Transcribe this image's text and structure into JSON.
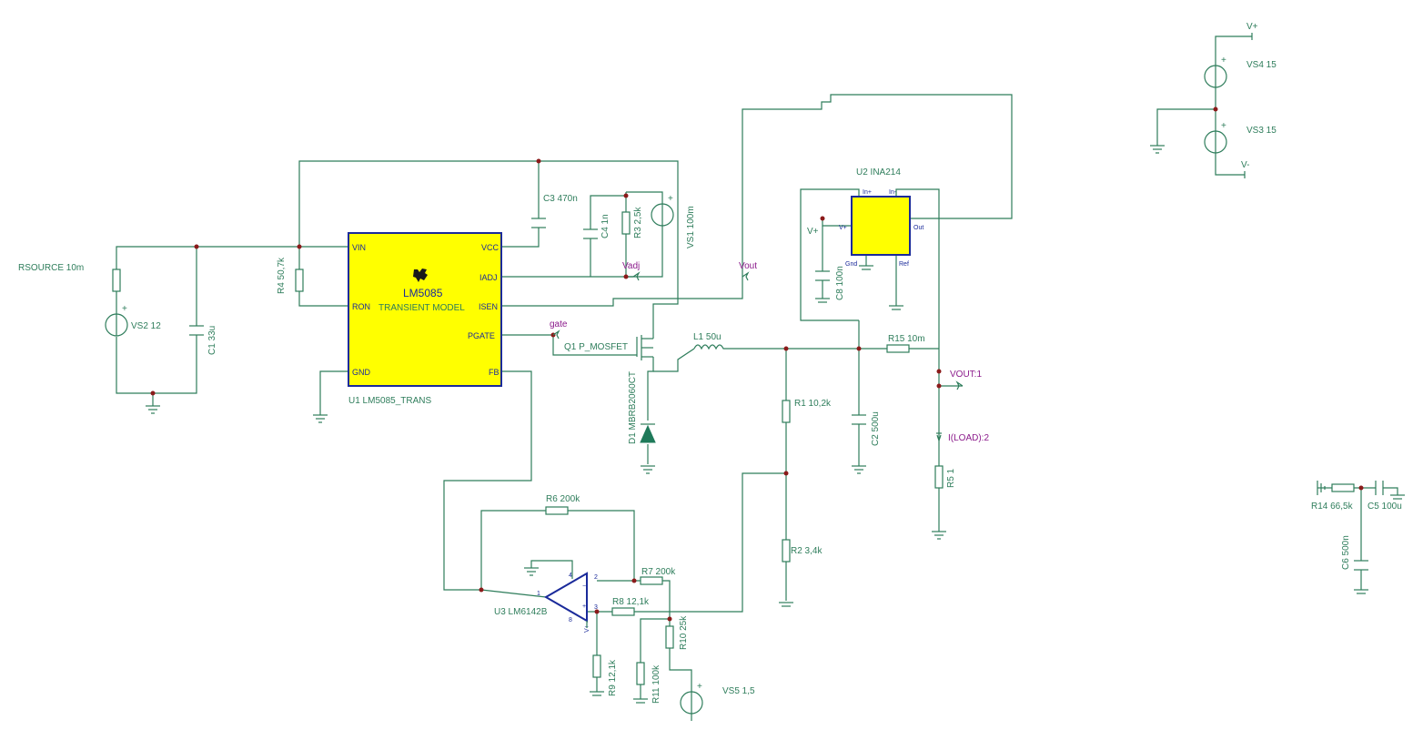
{
  "components": {
    "rsource": "RSOURCE 10m",
    "vs2": "VS2 12",
    "c1": "C1 33u",
    "r4": "R4 50,7k",
    "u1_name": "U1 LM5085_TRANS",
    "u1_part": "LM5085",
    "u1_model": "TRANSIENT MODEL",
    "c3": "C3 470n",
    "c4": "C4 1n",
    "r3": "R3 2,5k",
    "vs1": "VS1 100m",
    "q1": "Q1 P_MOSFET",
    "d1": "D1 MBRB2060CT",
    "l1": "L1 50u",
    "r1": "R1 10,2k",
    "r2": "R2 3,4k",
    "c2": "C2 500u",
    "r15": "R15 10m",
    "r5": "R5 1",
    "u2_name": "U2 INA214",
    "c8": "C8 100n",
    "r6": "R6 200k",
    "r7": "R7 200k",
    "r8": "R8 12,1k",
    "u3": "U3 LM6142B",
    "r9": "R9 12,1k",
    "r11": "R11 100k",
    "r10": "R10 25k",
    "vs5": "VS5 1,5",
    "vs4": "VS4 15",
    "vs3": "VS3 15",
    "r14": "R14 66,5k",
    "c5": "C5 100u",
    "c6": "C6 500n"
  },
  "u1_pins": {
    "vin": "VIN",
    "ron": "RON",
    "gnd": "GND",
    "vcc": "VCC",
    "iadj": "IADJ",
    "isen": "ISEN",
    "pgate": "PGATE",
    "fb": "FB"
  },
  "u2_pins": {
    "inp": "In+",
    "inm": "In-",
    "vp": "V+",
    "out": "Out",
    "gnd": "Gnd",
    "ref": "Ref"
  },
  "u3_pins": {
    "p1": "1",
    "p2": "2",
    "p3": "3",
    "p4": "4",
    "p8": "8",
    "vplus": "V+"
  },
  "nets": {
    "vadj": "Vadj",
    "vout": "Vout",
    "gate": "gate",
    "vout1": "VOUT:1",
    "iload": "I(LOAD):2",
    "vplus": "V+",
    "vminus": "V-"
  },
  "colors": {
    "wire": "#2e7d5b",
    "ic_fill": "#ffff00",
    "ic_border": "#1a2a9a",
    "junction": "#8b1a1a",
    "net_label": "#8b1a8b"
  }
}
